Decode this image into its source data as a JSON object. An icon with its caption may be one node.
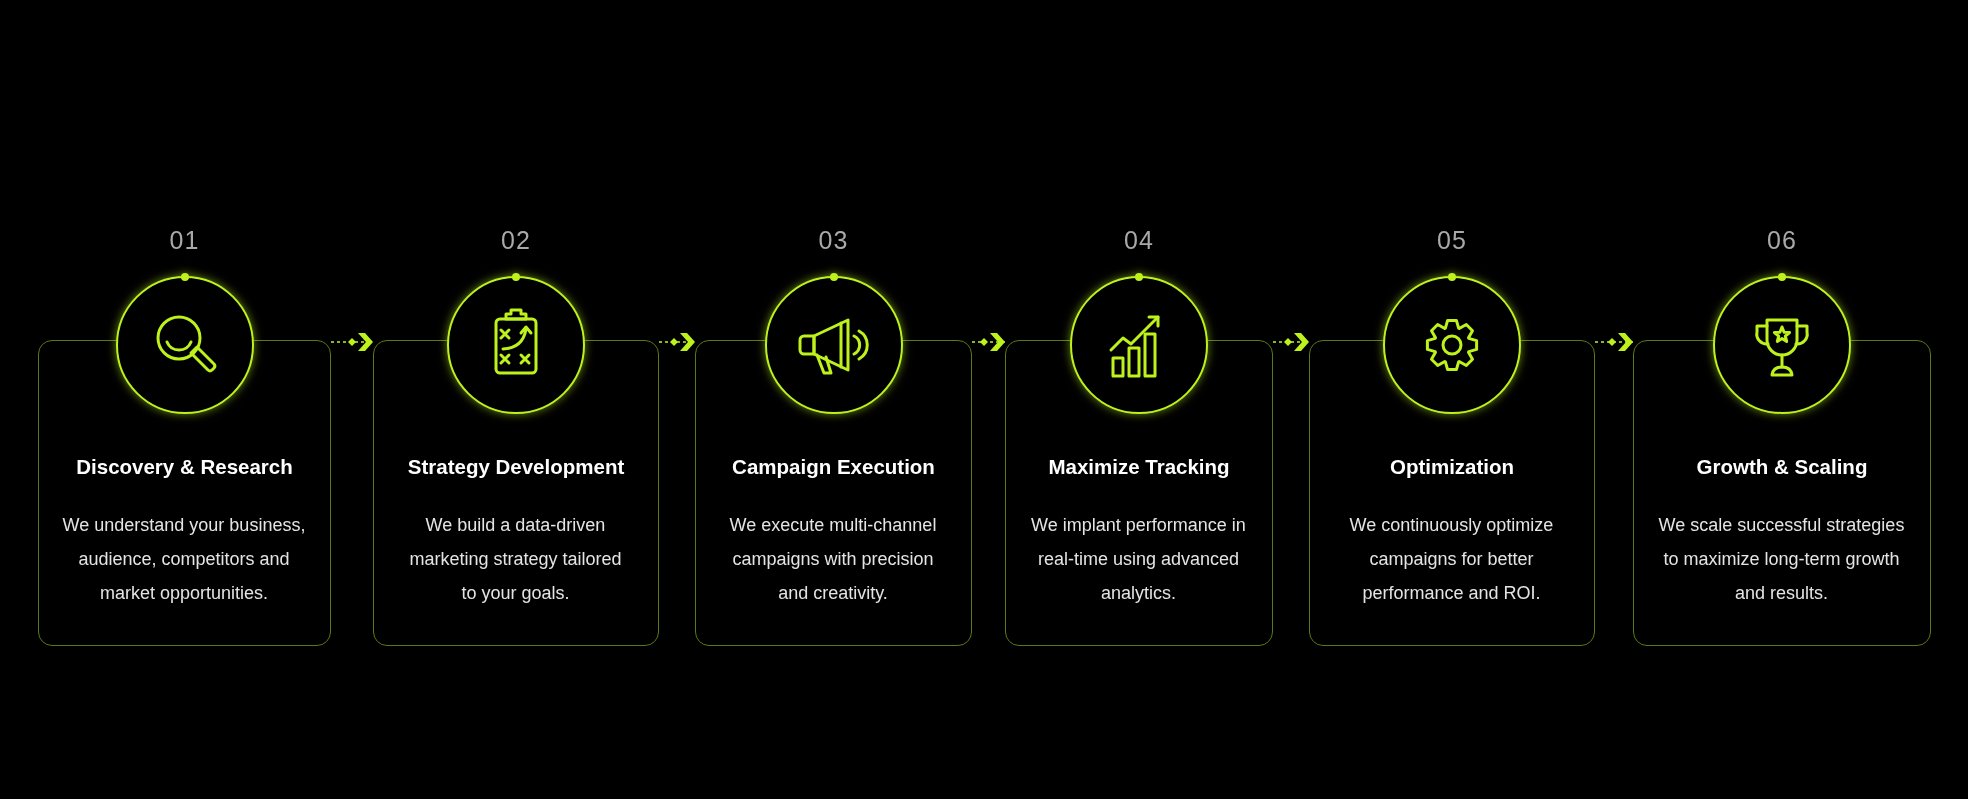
{
  "diagram": {
    "nodes": [
      {
        "text": [
          "Discovery & Research",
          "We understand your business, audience, competitors and market opportunities."
        ],
        "beside": [
          "01"
        ]
      },
      {
        "text": [
          "Strategy Development",
          "We build a data-driven marketing strategy tailored to your goals."
        ],
        "beside": [
          "02"
        ]
      },
      {
        "text": [
          "Campaign Execution",
          "We execute multi-channel campaigns with precision and creativity."
        ],
        "beside": [
          "03"
        ]
      },
      {
        "text": [
          "Maximize Tracking",
          "We implant performance in real-time using advanced analytics."
        ],
        "beside": [
          "04"
        ]
      },
      {
        "text": [
          "Optimization",
          "We continuously optimize campaigns for better performance and ROI."
        ],
        "beside": [
          "05"
        ]
      },
      {
        "text": [
          "Growth & Scaling",
          "We scale successful strategies to maximize long-term growth and results."
        ],
        "beside": [
          "06"
        ]
      }
    ],
    "edges": [
      {
        "from": 0,
        "to": 1,
        "arrow": "to",
        "style": "dashed"
      },
      {
        "from": 1,
        "to": 2,
        "arrow": "to",
        "style": "dashed"
      },
      {
        "from": 2,
        "to": 3,
        "arrow": "to",
        "style": "dashed"
      },
      {
        "from": 3,
        "to": 4,
        "arrow": "to",
        "style": "dashed"
      },
      {
        "from": 4,
        "to": 5,
        "arrow": "to",
        "style": "dashed"
      }
    ]
  }
}
